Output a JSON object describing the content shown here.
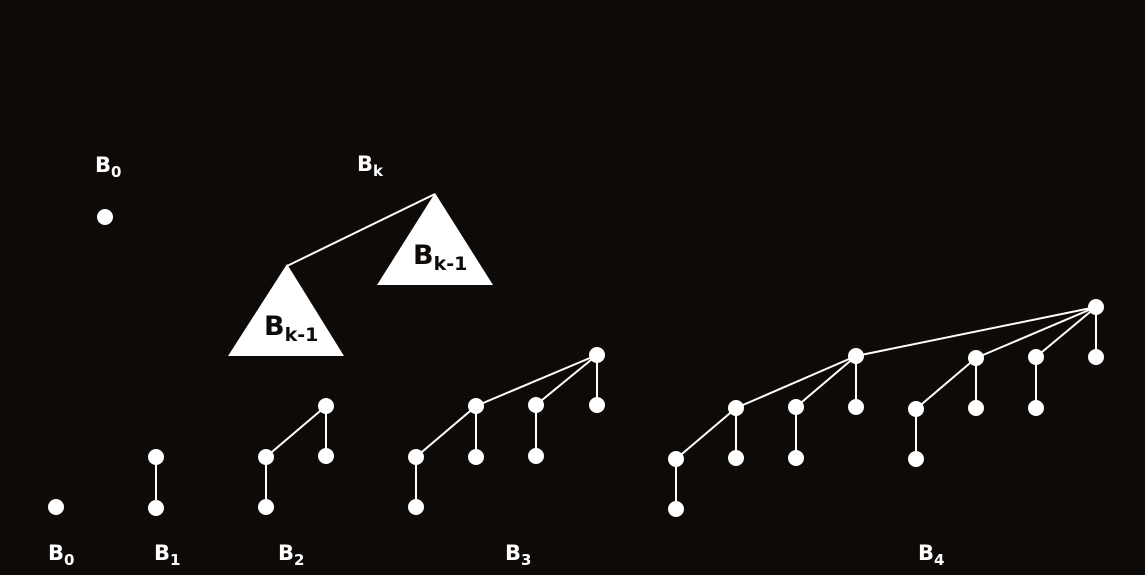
{
  "definition": {
    "b0_base": "B",
    "b0_sub": "0",
    "bk_base": "B",
    "bk_sub": "k",
    "subtree_base": "B",
    "subtree_sub": "k-1"
  },
  "trees": [
    {
      "base": "B",
      "sub": "0"
    },
    {
      "base": "B",
      "sub": "1"
    },
    {
      "base": "B",
      "sub": "2"
    },
    {
      "base": "B",
      "sub": "3"
    },
    {
      "base": "B",
      "sub": "4"
    }
  ],
  "colors": {
    "background": "#0d0a08",
    "foreground": "#ffffff"
  }
}
